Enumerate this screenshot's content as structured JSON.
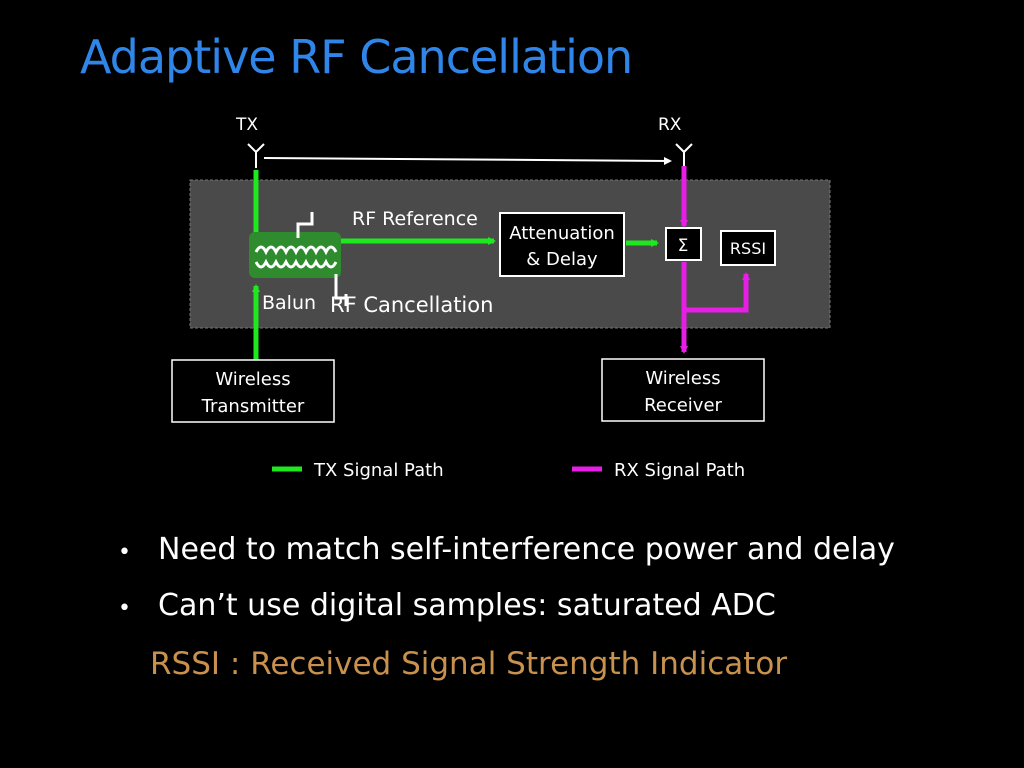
{
  "slide": {
    "title": "Adaptive RF Cancellation",
    "bullets": [
      "Need to match self-interference power and delay",
      "Can’t use digital samples: saturated ADC"
    ],
    "footnote": "RSSI : Received Signal Strength Indicator"
  },
  "diagram": {
    "tx_label": "TX",
    "rx_label": "RX",
    "rf_reference_label": "RF Reference",
    "attenuation_line1": "Attenuation",
    "attenuation_line2": "& Delay",
    "sum_symbol": "Σ",
    "rssi_label": "RSSI",
    "balun_label": "Balun",
    "rf_cancellation_label": "RF Cancellation",
    "transmitter_line1": "Wireless",
    "transmitter_line2": "Transmitter",
    "receiver_line1": "Wireless",
    "receiver_line2": "Receiver",
    "legend_tx": "TX Signal Path",
    "legend_rx": "RX Signal Path"
  },
  "colors": {
    "title": "#2f86e8",
    "tx_path": "#1ee81e",
    "rx_path": "#e61ee6",
    "footnote": "#c8914e",
    "panel": "#4a4a4a"
  }
}
